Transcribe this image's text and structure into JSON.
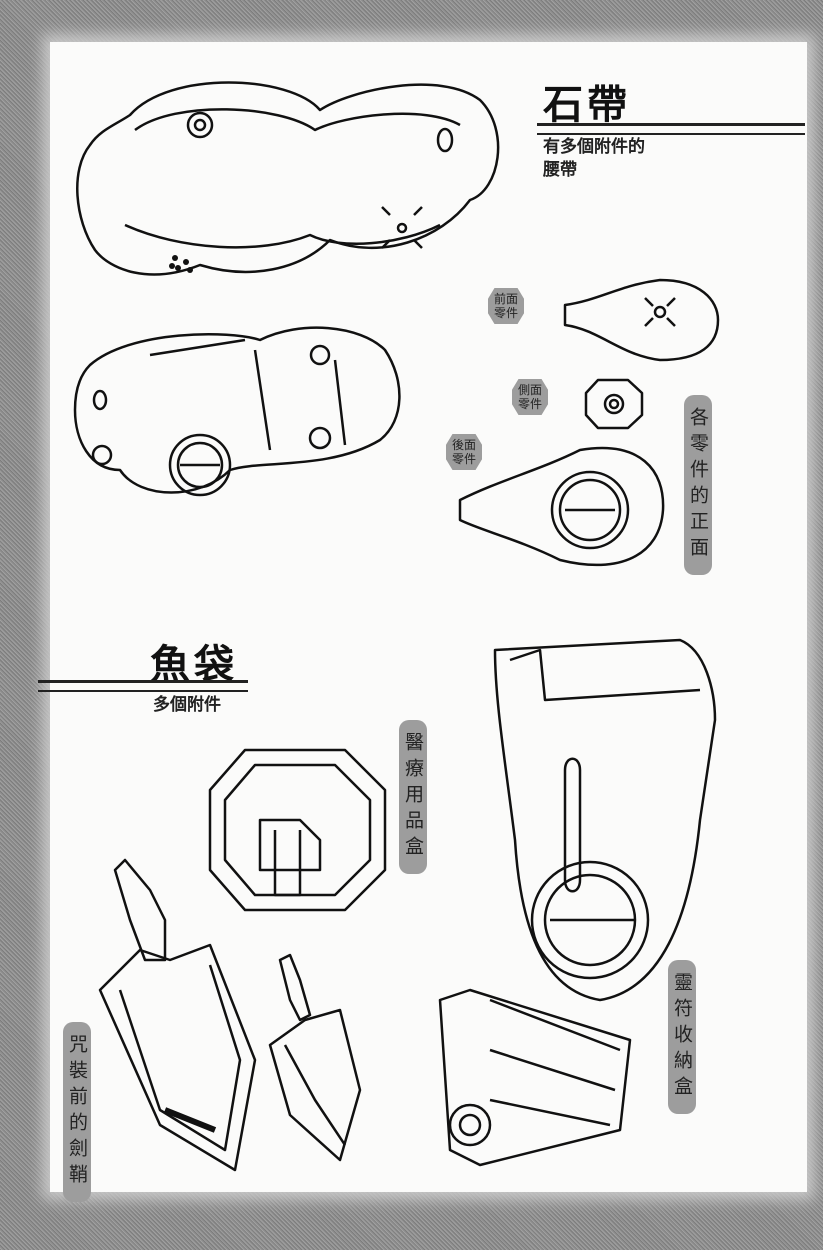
{
  "belt": {
    "title": "石帶",
    "subtitle_line1": "有多個附件的",
    "subtitle_line2": "腰帶",
    "front_part_line1": "前面",
    "front_part_line2": "零件",
    "side_part_line1": "側面",
    "side_part_line2": "零件",
    "back_part_line1": "後面",
    "back_part_line2": "零件",
    "parts_front_view": "各零件的正面"
  },
  "pouch": {
    "title": "魚袋",
    "subtitle": "多個附件",
    "medical_box": "醫療用品盒",
    "talisman_box": "靈符收納盒",
    "sheath": "咒裝前的劍鞘"
  }
}
